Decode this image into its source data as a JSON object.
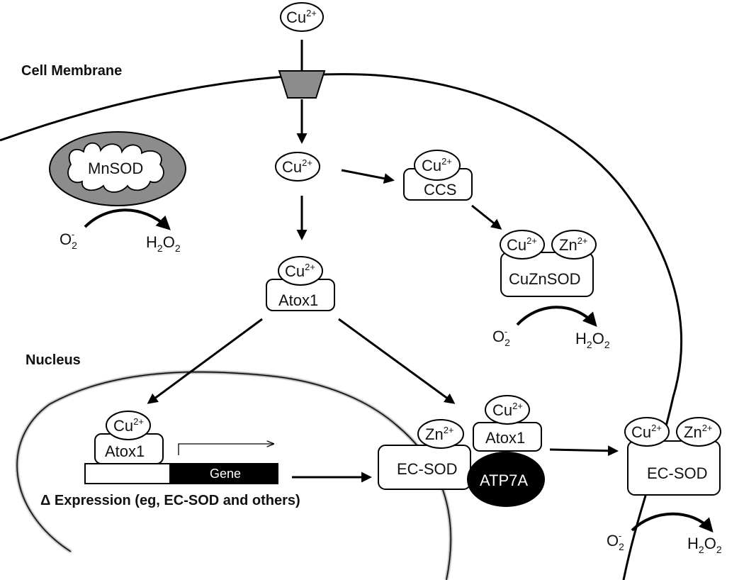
{
  "labels": {
    "cell_membrane": "Cell Membrane",
    "nucleus": "Nucleus",
    "expression": "Δ Expression (eg, EC-SOD and others)",
    "gene": "Gene"
  },
  "ions": {
    "copper": "Cu",
    "copper_charge": "2+",
    "zinc": "Zn",
    "zinc_charge": "2+"
  },
  "proteins": {
    "mnsod": "MnSOD",
    "ccs": "CCS",
    "cuznsod": "CuZnSOD",
    "atox1": "Atox1",
    "ecsod": "EC-SOD",
    "atp7a": "ATP7A"
  },
  "reaction": {
    "substrate": "O",
    "substrate_sub": "2",
    "substrate_sup": "-",
    "product_h": "H",
    "product_o": "O",
    "product_sub": "2"
  },
  "colors": {
    "membrane_gray": "#8c8c8c",
    "atp7a_fill": "#000000",
    "gene_fill": "#000000"
  }
}
